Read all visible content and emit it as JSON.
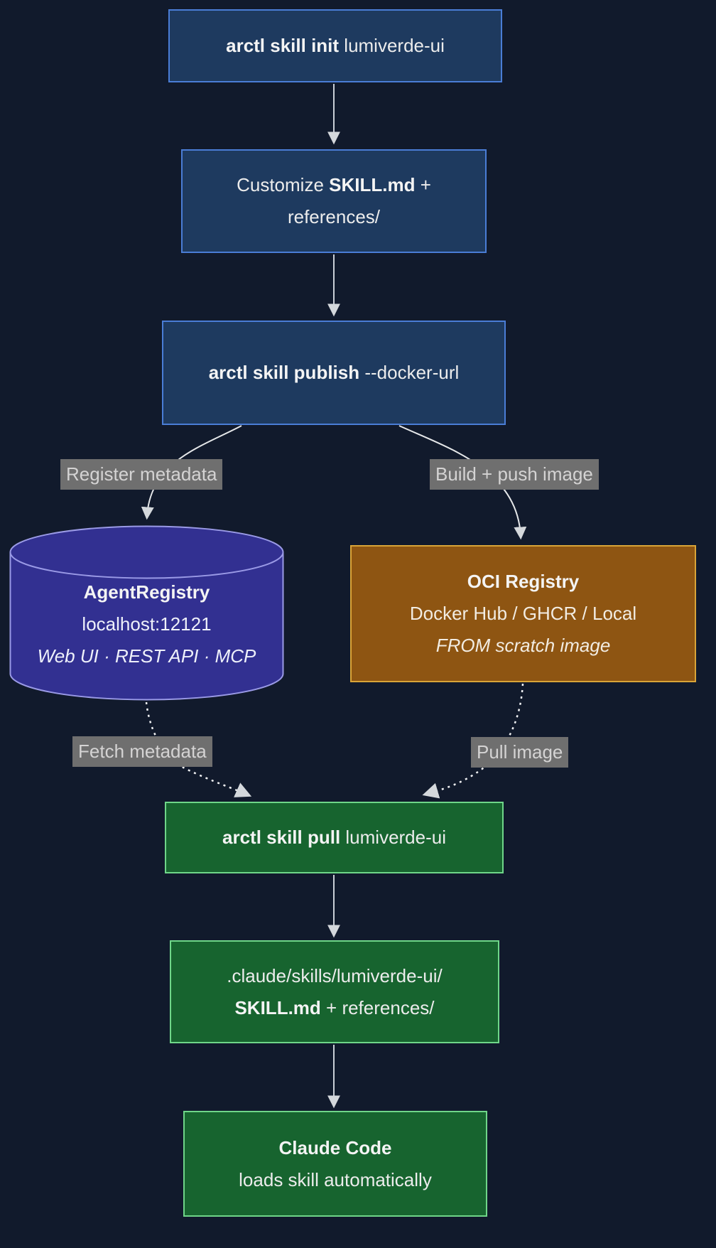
{
  "diagram": {
    "type": "flowchart",
    "direction": "top-down",
    "colors": {
      "background": "#111a2c",
      "blue_node_fill": "#1e3a5f",
      "blue_node_border": "#4a7dd6",
      "indigo_cylinder_fill": "#323091",
      "indigo_cylinder_border": "#9a9ae6",
      "orange_node_fill": "#8e5512",
      "orange_node_border": "#d9a438",
      "green_node_fill": "#17642f",
      "green_node_border": "#6fd689",
      "edge_label_bg": "#6f6f6f",
      "edge_color": "#d3d6da",
      "text_color": "#ececec"
    }
  },
  "nodes": {
    "init": {
      "command": "arctl skill init",
      "arg": " lumiverde-ui"
    },
    "customize": {
      "pre": "Customize ",
      "file": "SKILL.md",
      "post": " +",
      "line2": "references/"
    },
    "publish": {
      "command": "arctl skill publish",
      "flag": " --docker-url"
    },
    "agent_registry": {
      "name": "AgentRegistry",
      "address": "localhost:12121",
      "interfaces": "Web UI · REST API · MCP"
    },
    "oci_registry": {
      "name": "OCI Registry",
      "providers": "Docker Hub / GHCR / Local",
      "note": "FROM scratch image"
    },
    "pull": {
      "command": "arctl skill pull",
      "arg": " lumiverde-ui"
    },
    "local_files": {
      "path": ".claude/skills/lumiverde-ui/",
      "file": "SKILL.md",
      "suffix": " + references/"
    },
    "claude_code": {
      "name": "Claude Code",
      "behavior": "loads skill automatically"
    }
  },
  "edge_labels": {
    "register": "Register metadata",
    "build": "Build + push image",
    "fetch": "Fetch metadata",
    "pull_image": "Pull image"
  }
}
